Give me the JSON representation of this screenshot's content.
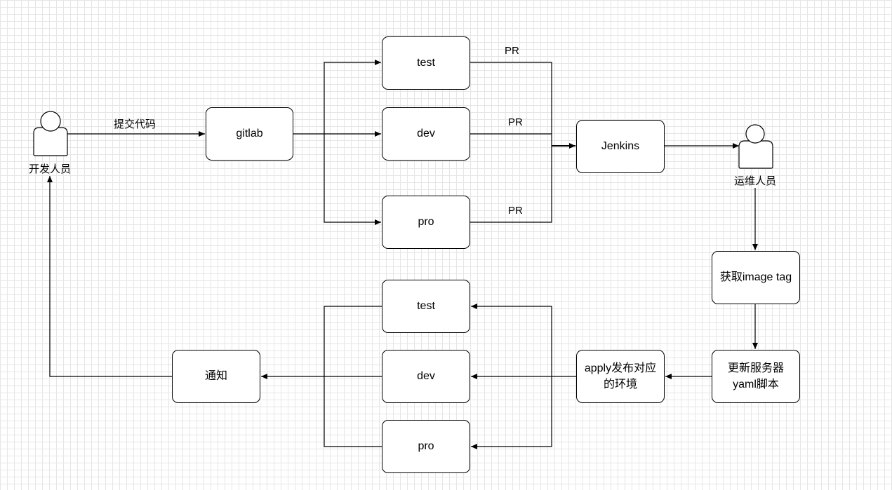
{
  "actors": {
    "developer": "开发人员",
    "ops": "运维人员"
  },
  "nodes": {
    "gitlab": "gitlab",
    "top_test": "test",
    "top_dev": "dev",
    "top_pro": "pro",
    "jenkins": "Jenkins",
    "get_image_tag": "获取image tag",
    "update_yaml_line1": "更新服务器",
    "update_yaml_line2": "yaml脚本",
    "apply_line1": "apply发布对应",
    "apply_line2": "的环境",
    "bottom_test": "test",
    "bottom_dev": "dev",
    "bottom_pro": "pro",
    "notify": "通知"
  },
  "edge_labels": {
    "commit": "提交代码",
    "pr_test": "PR",
    "pr_dev": "PR",
    "pr_pro": "PR"
  },
  "colors": {
    "stroke": "#000000",
    "fill": "#ffffff",
    "grid": "#e6e6e6"
  }
}
